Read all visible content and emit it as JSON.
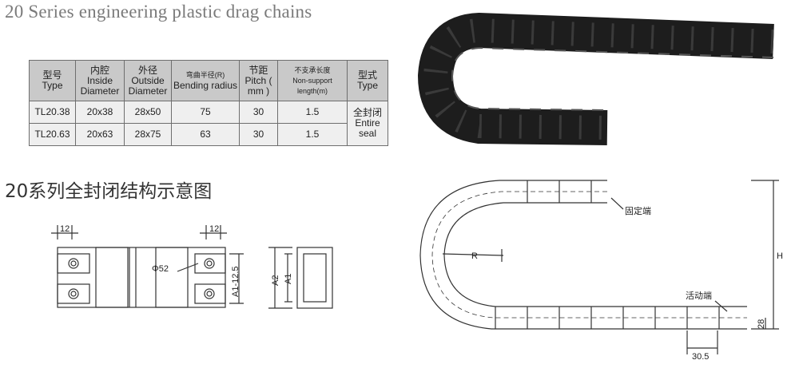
{
  "title": "20 Series engineering plastic drag chains",
  "subtitle": "20系列全封闭结构示意图",
  "table": {
    "headers": [
      {
        "zh": "型号",
        "en": "Type"
      },
      {
        "zh": "内腔",
        "en": "Inside Diameter"
      },
      {
        "zh": "外径",
        "en": "Outside Diameter"
      },
      {
        "zh": "弯曲半径(R)",
        "en": "Bending radius"
      },
      {
        "zh": "节距",
        "en": "Pitch ( mm )"
      },
      {
        "zh": "不支承长度",
        "en": "Non-support length(m)"
      },
      {
        "zh": "型式",
        "en": "Type"
      }
    ],
    "rows": [
      {
        "type": "TL20.38",
        "inside": "20x38",
        "outside": "28x50",
        "radius": "75",
        "pitch": "30",
        "length": "1.5"
      },
      {
        "type": "TL20.63",
        "inside": "20x63",
        "outside": "28x75",
        "radius": "63",
        "pitch": "30",
        "length": "1.5"
      }
    ],
    "form": {
      "zh": "全封闭",
      "en": "Entire seal"
    }
  },
  "diagram_labels": {
    "dim_12_left": "12",
    "dim_12_right": "12",
    "phi": "Φ52",
    "a1_minus": "A1-12.5",
    "a2": "A2",
    "a1": "A1",
    "r": "R",
    "fixed_end": "固定端",
    "moving_end": "活动端",
    "h": "H",
    "dim_28": "28",
    "dim_30_5": "30.5"
  }
}
